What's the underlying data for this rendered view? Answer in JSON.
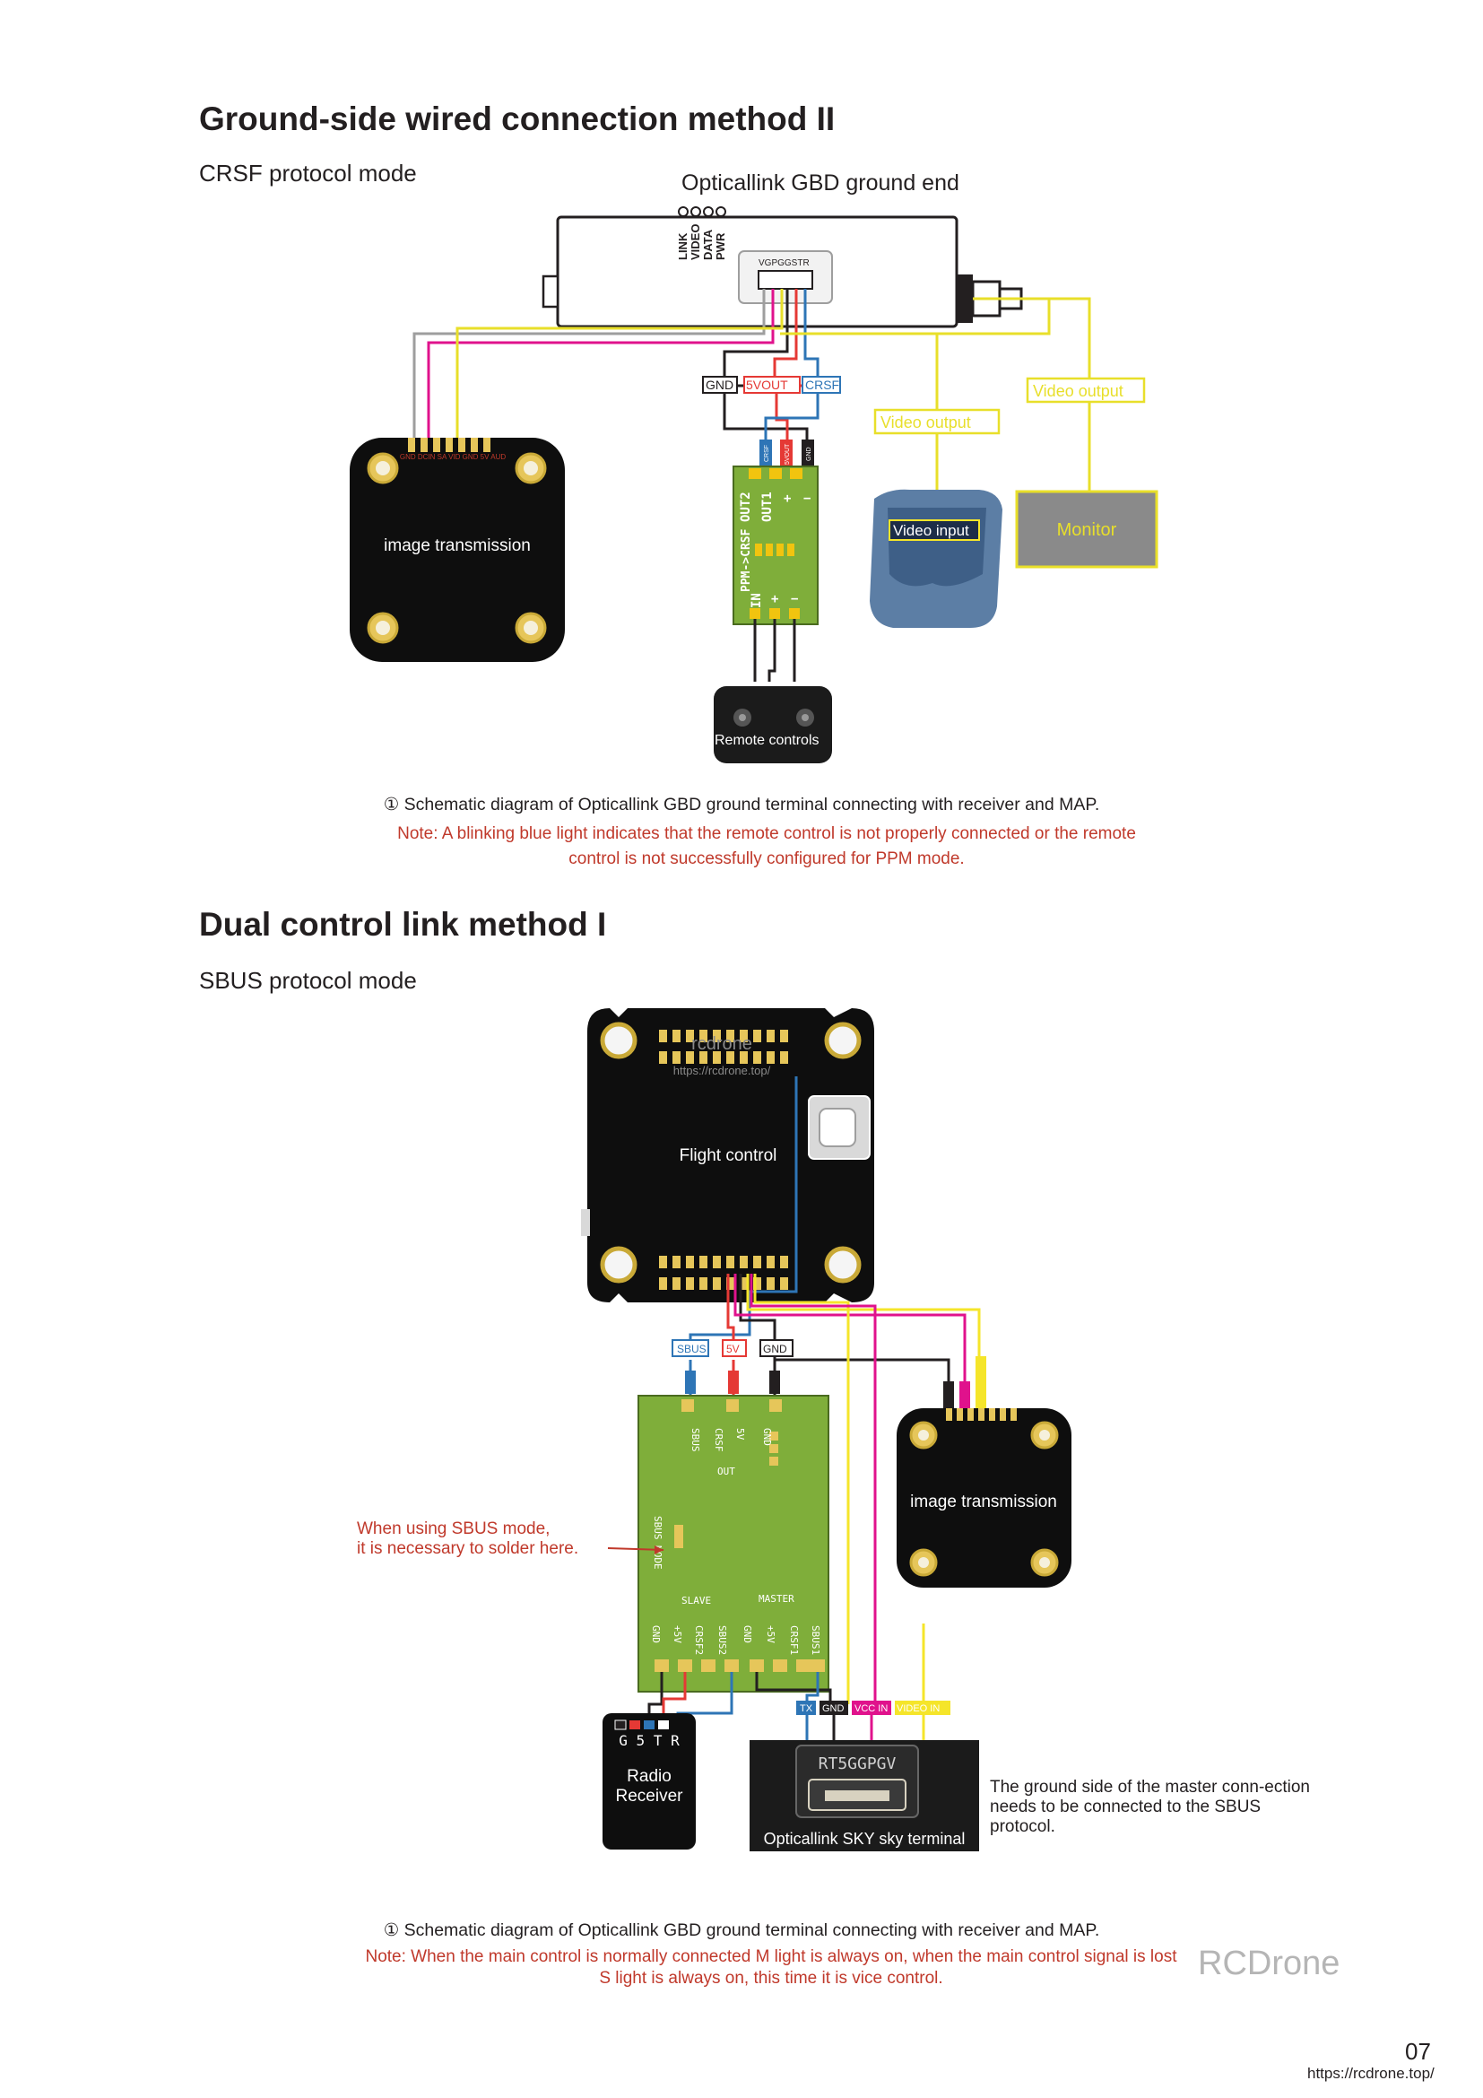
{
  "section1": {
    "title": "Ground-side wired connection method II",
    "subtitle": "CRSF protocol mode",
    "device_label": "Opticallink GBD ground end",
    "indicators": [
      "LINK",
      "VIDEO",
      "DATA",
      "PWR"
    ],
    "port_pins": "VGPGGSTR",
    "wire_tags": {
      "gnd": "GND",
      "vout": "5VOUT",
      "crsf": "CRSF"
    },
    "module_labels": {
      "out2": "OUT2",
      "out1": "OUT1",
      "plus": "+",
      "minus": "−",
      "in": "IN",
      "conv": "PPM->CRSF",
      "top_a": "CRSF",
      "top_b": "5VOUT",
      "top_c": "GND"
    },
    "vtx_label": "image transmission",
    "vtx_pins": "GND DCIN SA VID GND 5V AUD",
    "remote_label": "Remote controls",
    "video_output_1": "Video output",
    "video_output_2": "Video output",
    "goggle_label": "Video input",
    "monitor_label": "Monitor",
    "caption": "① Schematic diagram of Opticallink GBD ground terminal  connecting with receiver and MAP.",
    "note": "Note: A blinking blue light indicates that the remote control is not properly connected or the remote control is not successfully configured for PPM mode."
  },
  "section2": {
    "title": "Dual control link method I",
    "subtitle": "SBUS protocol mode",
    "fc_label": "Flight control",
    "fc_watermark": "rcdrone",
    "fc_url": "https://rcdrone.top/",
    "fc_tags": {
      "sbus": "SBUS",
      "v5": "5V",
      "gnd": "GND"
    },
    "board_labels": {
      "sbus": "SBUS",
      "crsf": "CRSF",
      "v5": "5V",
      "gnd": "GND",
      "out": "OUT",
      "mode": "SBUS MODE",
      "slave": "SLAVE",
      "master": "MASTER"
    },
    "board_bottom_pins": [
      "GND",
      "+5V",
      "CRSF2",
      "SBUS2",
      "GND",
      "+5V",
      "CRSF1",
      "SBUS1"
    ],
    "solder_note_line1": "When using SBUS mode,",
    "solder_note_line2": "it is necessary to solder here.",
    "vtx_label": "image transmission",
    "receiver_pins": "G 5 T R",
    "receiver_label_1": "Radio",
    "receiver_label_2": "Receiver",
    "sky_tags": {
      "tx": "TX",
      "gnd": "GND",
      "vcc": "VCC IN",
      "video": "VIDEO IN"
    },
    "sky_model": "RT5GGPGV",
    "sky_label": "Opticallink SKY sky terminal",
    "side_note": "The ground side of the master conn-ection needs to be connected to the SBUS protocol.",
    "caption": "① Schematic diagram of Opticallink GBD ground terminal  connecting with receiver and MAP.",
    "note": "Note: When the main control is normally connected M light is always on, when the main control signal is lost S light is always on, this time it is vice control."
  },
  "watermark": "RCDrone",
  "page_number": "07",
  "site_url": "https://rcdrone.top/",
  "colors": {
    "gnd": "#231f20",
    "power": "#e53935",
    "signal": "#2e75b6",
    "video": "#f5e52a",
    "magenta": "#e0128c",
    "grey": "#9e9e9e",
    "pcb": "#7fae3a"
  }
}
